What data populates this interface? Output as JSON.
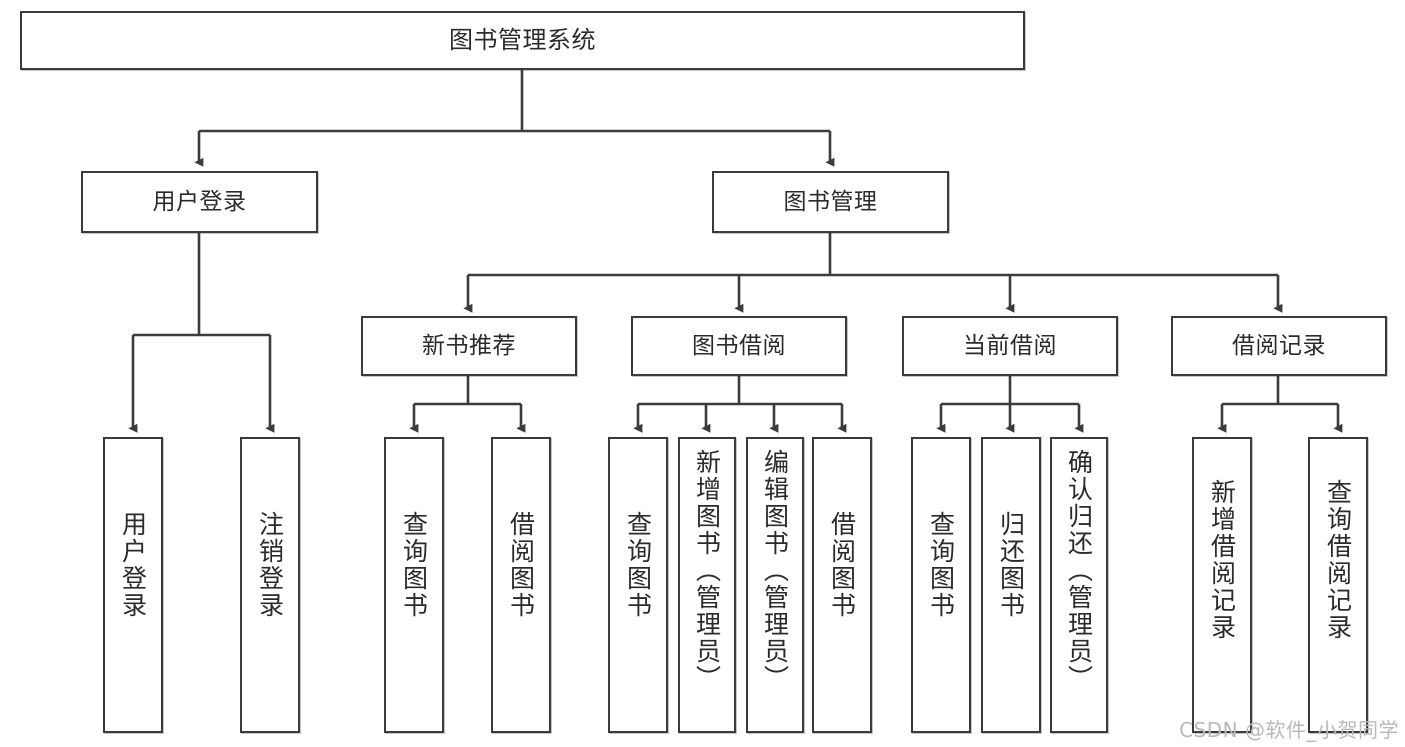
{
  "diagram": {
    "type": "tree-hierarchy-flowchart",
    "title_node": {
      "label": "图书管理系统"
    },
    "level1": [
      {
        "label": "用户登录"
      },
      {
        "label": "图书管理"
      }
    ],
    "level2": [
      {
        "label": "新书推荐"
      },
      {
        "label": "图书借阅"
      },
      {
        "label": "当前借阅"
      },
      {
        "label": "借阅记录"
      }
    ],
    "leaves": {
      "user_login": [
        {
          "label": "用户登录"
        },
        {
          "label": "注销登录"
        }
      ],
      "new_book_recommend": [
        {
          "label": "查询图书"
        },
        {
          "label": "借阅图书"
        }
      ],
      "book_borrow": [
        {
          "label": "查询图书"
        },
        {
          "label": "新增图书（管理员）"
        },
        {
          "label": "编辑图书（管理员）"
        },
        {
          "label": "借阅图书"
        }
      ],
      "current_borrow": [
        {
          "label": "查询图书"
        },
        {
          "label": "归还图书"
        },
        {
          "label": "确认归还（管理员）"
        }
      ],
      "borrow_record": [
        {
          "label": "新增借阅记录"
        },
        {
          "label": "查询借阅记录"
        }
      ]
    }
  },
  "watermark": {
    "text": "CSDN @软件_小贺同学"
  },
  "colors": {
    "border": "#3b3b3b",
    "text": "#2b2b2b",
    "background": "#ffffff",
    "wire": "#3b3b3b",
    "watermark": "#b9b9b9"
  }
}
